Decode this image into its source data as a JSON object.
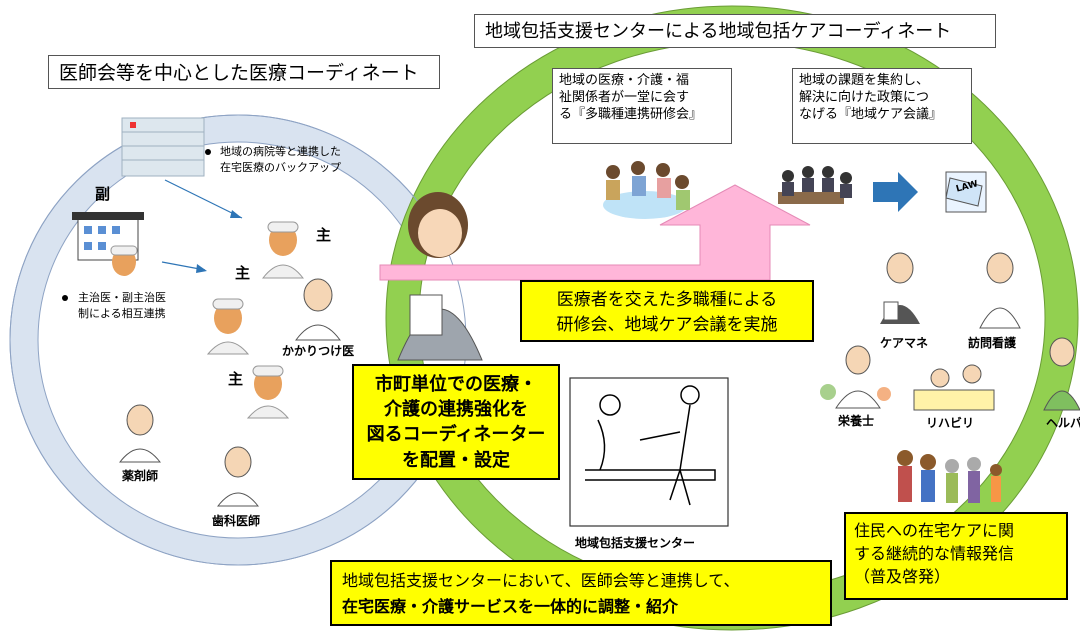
{
  "left_panel": {
    "title": "医師会等を中心とした医療コーディネート",
    "hospital_note_line1": "地域の病院等と連携した",
    "hospital_note_line2": "在宅医療のバックアップ",
    "sub_label": "副",
    "main_label_1": "主",
    "main_label_2": "主",
    "main_label_3": "主",
    "mutual_note_line1": "主治医・副主治医",
    "mutual_note_line2": "制による相互連携",
    "kakaritsuke": "かかりつけ医",
    "pharmacist": "薬剤師",
    "dentist": "歯科医師"
  },
  "right_panel": {
    "title": "地域包括支援センターによる地域包括ケアコーディネート",
    "seminar_box": [
      "地域の医療・介護・福",
      "祉関係者が一堂に会す",
      "る『多職種連携研修会』"
    ],
    "meeting_box": [
      "地域の課題を集約し、",
      "解決に向けた政策につ",
      "なげる『地域ケア会議』"
    ],
    "law_icon_text": "LAW",
    "care_manager": "ケアマネ",
    "visiting_nurse": "訪問看護",
    "nutritionist": "栄養士",
    "rehab": "リハビリ",
    "helper": "ヘルパ",
    "center_label": "地域包括支援センター"
  },
  "center": {
    "implement_box": [
      "医療者を交えた多職種による",
      "研修会、地域ケア会議を実施"
    ],
    "coordinator_box": [
      "市町単位での医療・",
      "介護の連携強化を",
      "図るコーディネーター",
      "を配置・設定"
    ],
    "bottom_box_line1": "地域包括支援センターにおいて、医師会等と連携して、",
    "bottom_box_line2": "在宅医療・介護サービスを一体的に調整・紹介",
    "resident_box": [
      "住民への在宅ケアに関",
      "する継続的な情報発信",
      "（普及啓発）"
    ]
  },
  "colors": {
    "left_ring": "#d9e3f0",
    "left_ring_stroke": "#8ea3c4",
    "right_ring": "#92d050",
    "right_ring_stroke": "#6a9c35",
    "arrow_pink": "#ffb6d9",
    "box_yellow": "#ffff00",
    "arrow_blue": "#2e75b6"
  }
}
